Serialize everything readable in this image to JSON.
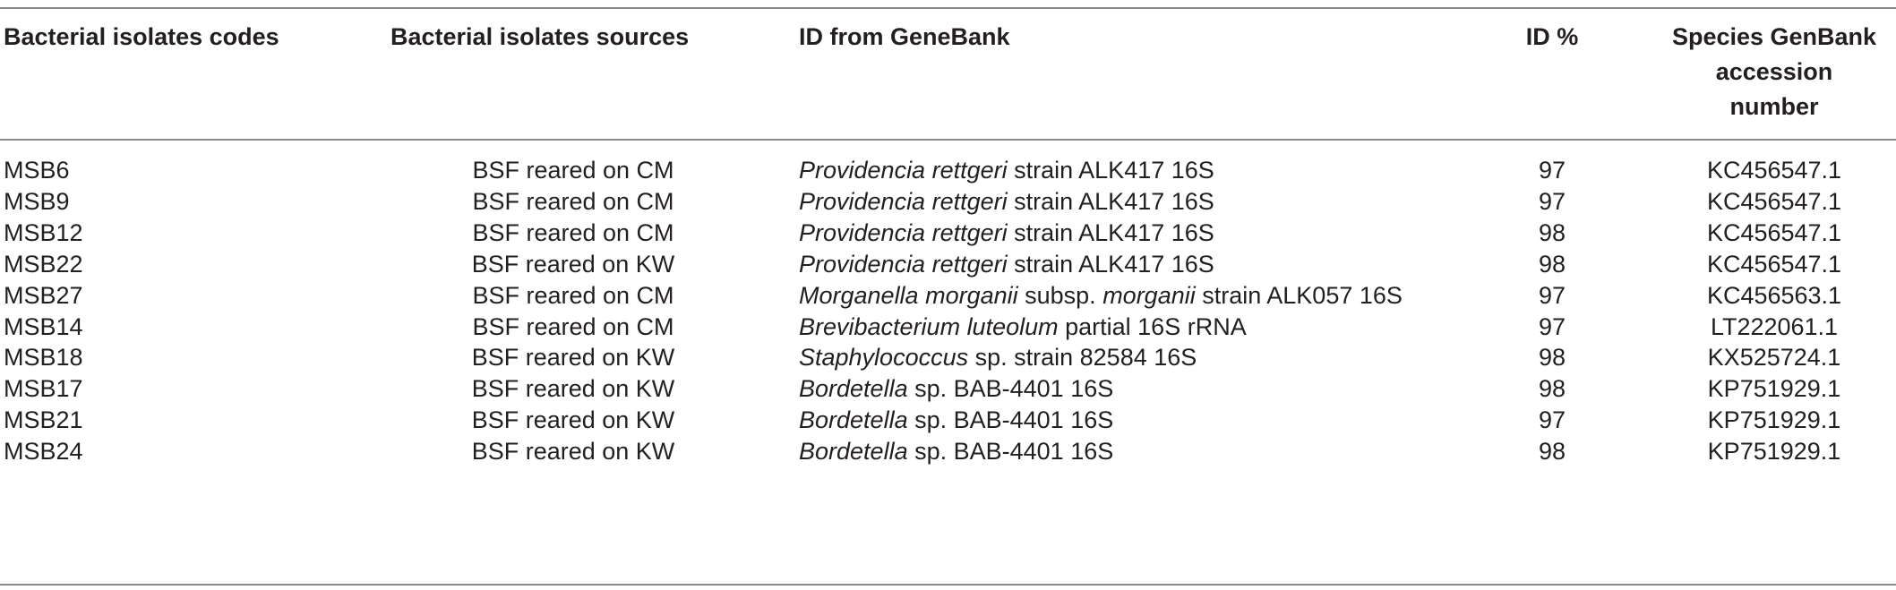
{
  "table": {
    "headers": {
      "code": "Bacterial isolates codes",
      "source": "Bacterial isolates sources",
      "id": "ID from GeneBank",
      "pct": "ID %",
      "accession_line1": "Species GenBank",
      "accession_line2": "accession",
      "accession_line3": "number"
    },
    "rows": [
      {
        "code": "MSB6",
        "source": "BSF reared on CM",
        "species_italic": "Providencia rettgeri",
        "species_plain": " strain ALK417 16S",
        "species_italic2": "",
        "species_plain2": "",
        "pct": "97",
        "accession": "KC456547.1"
      },
      {
        "code": "MSB9",
        "source": "BSF reared on CM",
        "species_italic": "Providencia rettgeri",
        "species_plain": " strain ALK417 16S",
        "species_italic2": "",
        "species_plain2": "",
        "pct": "97",
        "accession": "KC456547.1"
      },
      {
        "code": "MSB12",
        "source": "BSF reared on CM",
        "species_italic": "Providencia rettgeri",
        "species_plain": " strain ALK417 16S",
        "species_italic2": "",
        "species_plain2": "",
        "pct": "98",
        "accession": "KC456547.1"
      },
      {
        "code": "MSB22",
        "source": "BSF reared on KW",
        "species_italic": "Providencia rettgeri",
        "species_plain": " strain ALK417 16S",
        "species_italic2": "",
        "species_plain2": "",
        "pct": "98",
        "accession": "KC456547.1"
      },
      {
        "code": "MSB27",
        "source": "BSF reared on CM",
        "species_italic": "Morganella morganii",
        "species_plain": " subsp. ",
        "species_italic2": "morganii",
        "species_plain2": " strain ALK057 16S",
        "pct": "97",
        "accession": "KC456563.1"
      },
      {
        "code": "MSB14",
        "source": "BSF reared on CM",
        "species_italic": "Brevibacterium luteolum",
        "species_plain": " partial 16S rRNA",
        "species_italic2": "",
        "species_plain2": "",
        "pct": "97",
        "accession": "LT222061.1"
      },
      {
        "code": "MSB18",
        "source": "BSF reared on KW",
        "species_italic": "Staphylococcus",
        "species_plain": " sp. strain 82584 16S",
        "species_italic2": "",
        "species_plain2": "",
        "pct": "98",
        "accession": "KX525724.1"
      },
      {
        "code": "MSB17",
        "source": "BSF reared on KW",
        "species_italic": "Bordetella",
        "species_plain": " sp. BAB-4401 16S",
        "species_italic2": "",
        "species_plain2": "",
        "pct": "98",
        "accession": "KP751929.1"
      },
      {
        "code": "MSB21",
        "source": "BSF reared on KW",
        "species_italic": "Bordetella",
        "species_plain": " sp. BAB-4401 16S",
        "species_italic2": "",
        "species_plain2": "",
        "pct": "97",
        "accession": "KP751929.1"
      },
      {
        "code": "MSB24",
        "source": "BSF reared on KW",
        "species_italic": "Bordetella",
        "species_plain": " sp. BAB-4401 16S",
        "species_italic2": "",
        "species_plain2": "",
        "pct": "98",
        "accession": "KP751929.1"
      }
    ]
  }
}
